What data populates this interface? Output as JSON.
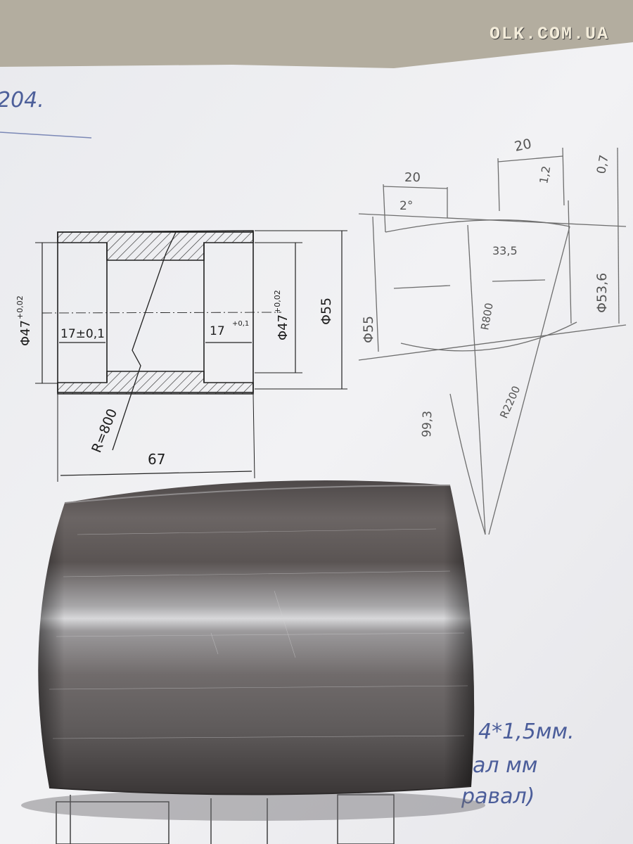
{
  "watermark": "OLK.COM.UA",
  "top_note": "204.",
  "drawing": {
    "diameter_outer": "Φ55",
    "diameter_left": "Φ47",
    "tolerance_left": "+0,02",
    "diameter_right": "Φ47",
    "tolerance_right": "+0,02",
    "bore_left_length": "17±0,1",
    "bore_right_length": "17",
    "bore_right_tolerance": "+0,1",
    "radius": "R=800",
    "total_length": "67"
  },
  "sketch": {
    "dim_20_left": "20",
    "angle": "2°",
    "dim_20_right": "20",
    "dim_12": "1,2",
    "dim_07": "0,7",
    "dim_335": "33,5",
    "diameter_55": "Φ55",
    "diameter_536": "Φ53,6",
    "r800": "R800",
    "r2200": "R2200",
    "dim_993": "99,3"
  },
  "bottom_note": {
    "line1": "4*1,5мм.",
    "line2": "ал мм",
    "line3": "равал)"
  }
}
